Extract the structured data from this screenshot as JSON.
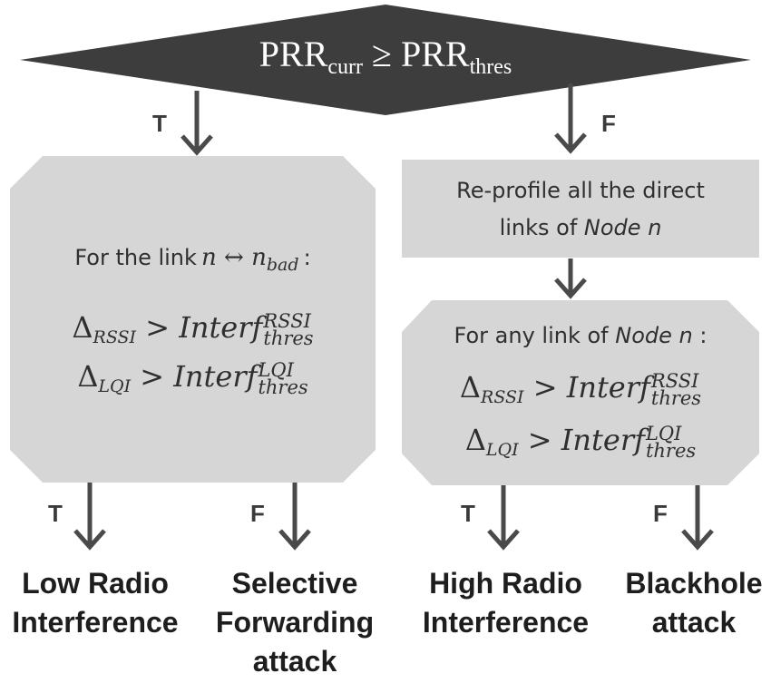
{
  "decision": {
    "lhs": "PRR",
    "lhs_sub": "curr",
    "operator": "≥",
    "rhs": "PRR",
    "rhs_sub": "thres"
  },
  "labels": {
    "true": "T",
    "false": "F"
  },
  "left_box": {
    "intro_text": "For the link",
    "intro_var_n": "n",
    "intro_arrow": "↔",
    "intro_var_nbad": "n",
    "intro_var_nbad_sub": "bad",
    "intro_colon": ":",
    "cond1_symbol": "Δ",
    "cond1_sub": "RSSI",
    "cond1_op": ">",
    "cond1_term": "Interf",
    "cond1_sup": "RSSI",
    "cond1_subscr": "thres",
    "cond2_symbol": "Δ",
    "cond2_sub": "LQI",
    "cond2_op": ">",
    "cond2_term": "Interf",
    "cond2_sup": "LQI",
    "cond2_subscr": "thres"
  },
  "reprofile_box": {
    "line1": "Re-profile all the direct",
    "line2_prefix": "links of ",
    "line2_italic": "Node n"
  },
  "right_box": {
    "intro_text": "For any link of ",
    "intro_italic": "Node n",
    "intro_colon": " :",
    "cond1_symbol": "Δ",
    "cond1_sub": "RSSI",
    "cond1_op": ">",
    "cond1_term": "Interf",
    "cond1_sup": "RSSI",
    "cond1_subscr": "thres",
    "cond2_symbol": "Δ",
    "cond2_sub": "LQI",
    "cond2_op": ">",
    "cond2_term": "Interf",
    "cond2_sup": "LQI",
    "cond2_subscr": "thres"
  },
  "outcomes": {
    "low_radio": {
      "line1": "Low Radio",
      "line2": "Interference"
    },
    "selective": {
      "line1": "Selective",
      "line2": "Forwarding",
      "line3": "attack"
    },
    "high_radio": {
      "line1": "High Radio",
      "line2": "Interference"
    },
    "blackhole": {
      "line1": "Blackhole",
      "line2": "attack"
    }
  },
  "colors": {
    "decision_fill": "#3d3d3d",
    "box_fill": "#d6d6d6",
    "arrow": "#4a4a4a"
  }
}
